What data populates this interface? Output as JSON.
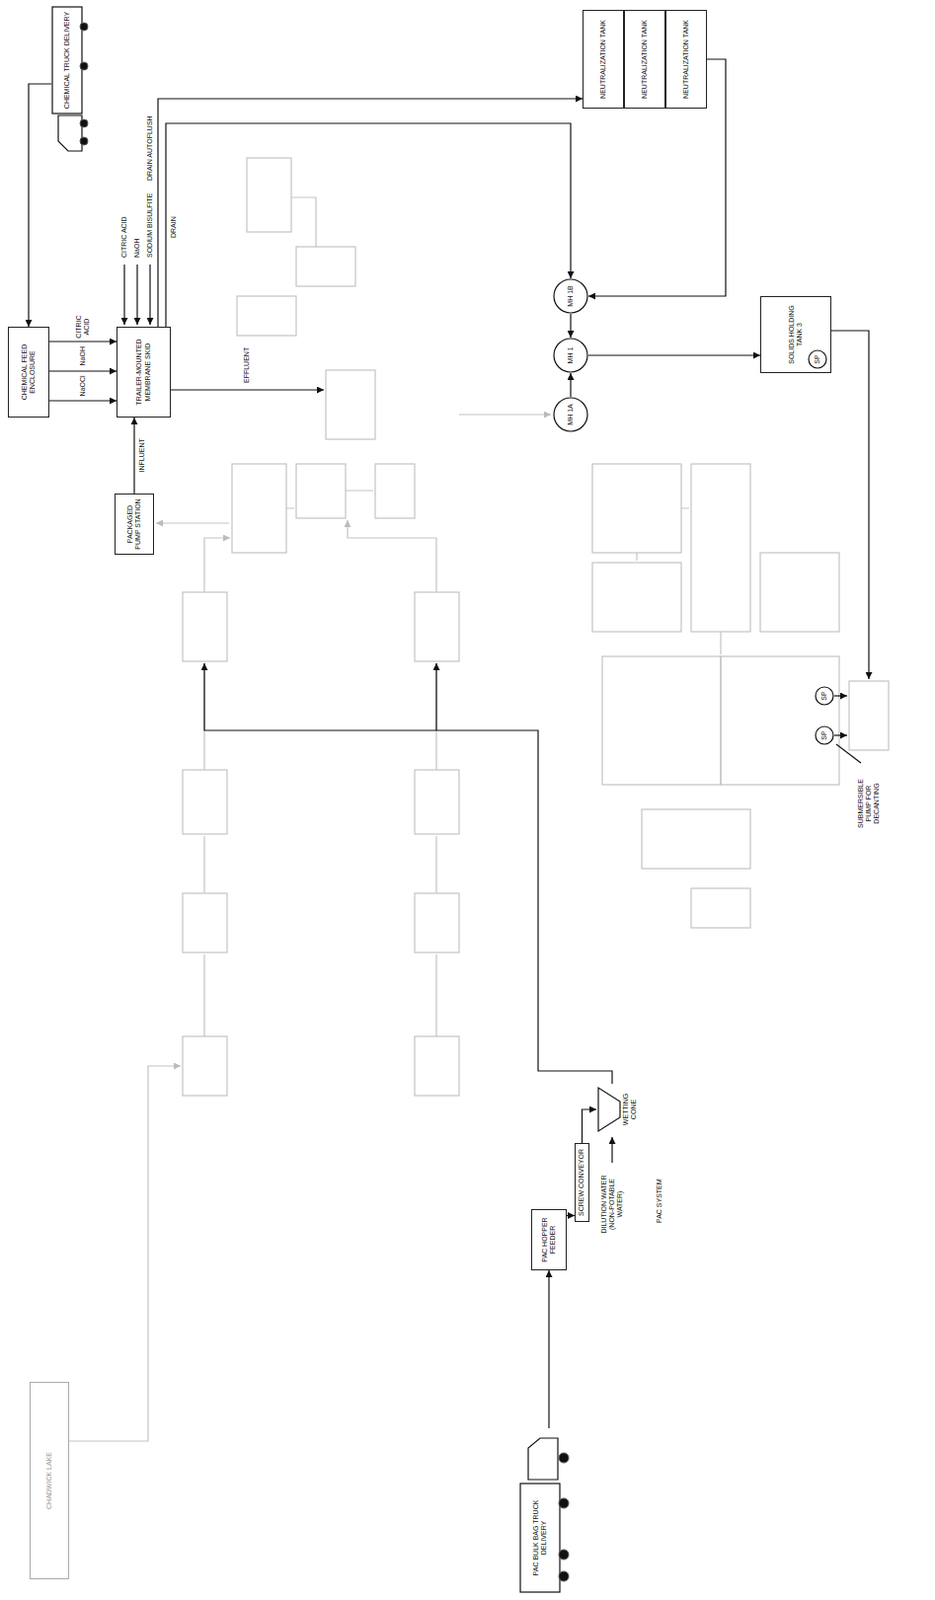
{
  "diagram": {
    "nodes": [
      {
        "text": [
          "CHEMICAL TRUCK DELIVERY"
        ]
      },
      {
        "text": [
          "NEUTRALIZATION TANK"
        ]
      },
      {
        "text": [
          "NEUTRALIZATION TANK"
        ]
      },
      {
        "text": [
          "NEUTRALIZATION TANK"
        ]
      },
      {
        "text": [
          "CHEMICAL FEED ENCLOSURE"
        ]
      },
      {
        "text": [
          "TRAILER-MOUNTED MEMBRANE SKID"
        ]
      },
      {
        "text": [
          "PACKAGED PUMP STATION"
        ]
      },
      {
        "text": [
          "MH 1B"
        ]
      },
      {
        "text": [
          "MH 1"
        ]
      },
      {
        "text": [
          "MH 1A"
        ]
      },
      {
        "text": [
          "SOLIDS HOLDING TANK 3"
        ]
      },
      {
        "text": [
          "SP"
        ],
        "in": 10
      },
      {
        "text": [
          "SP"
        ]
      },
      {
        "text": [
          "SP"
        ]
      },
      {
        "text": [
          "PAC HOPPER FEEDER"
        ]
      },
      {
        "text": [
          "SCREW CONVEYOR"
        ]
      },
      {
        "text": [
          "WETTING CONE"
        ]
      },
      {
        "text": [
          "CHADWICK LAKE"
        ]
      },
      {
        "text": [
          "PAC BULK BAG TRUCK DELIVERY"
        ]
      }
    ],
    "edges": [
      {
        "from": 0,
        "to": 4,
        "arrow": "to"
      },
      {
        "from": 4,
        "to": 5,
        "label": "CITRIC ACID",
        "arrow": "to"
      },
      {
        "from": 4,
        "to": 5,
        "label": "NaOH",
        "arrow": "to"
      },
      {
        "from": 4,
        "to": 5,
        "label": "NaOCl",
        "arrow": "to"
      },
      {
        "from": 6,
        "to": 5,
        "label": "INFLUENT",
        "arrow": "to"
      },
      {
        "from": 5,
        "to": 1,
        "label": "DRAIN AUTOFLUSH",
        "arrow": "to"
      },
      {
        "from": 5,
        "to": 7,
        "label": "DRAIN",
        "arrow": "to"
      },
      {
        "from": 3,
        "to": 7,
        "arrow": "to"
      },
      {
        "from": 7,
        "to": 8,
        "arrow": "to"
      },
      {
        "from": 9,
        "to": 8,
        "arrow": "to"
      },
      {
        "from": 8,
        "to": 10,
        "arrow": "to"
      },
      {
        "from": 18,
        "to": 14,
        "arrow": "to"
      },
      {
        "from": 14,
        "to": 15,
        "arrow": "to"
      },
      {
        "from": 15,
        "to": 16,
        "arrow": "to"
      }
    ],
    "labels": [
      "CITRIC ACID",
      "NaOH",
      "SODIUM BISULFITE",
      "EFFLUENT",
      "DILUTION WATER (NON-POTABLE WATER)",
      "PAC SYSTEM",
      "SUBMERSIBLE PUMP FOR DECANTING"
    ]
  }
}
